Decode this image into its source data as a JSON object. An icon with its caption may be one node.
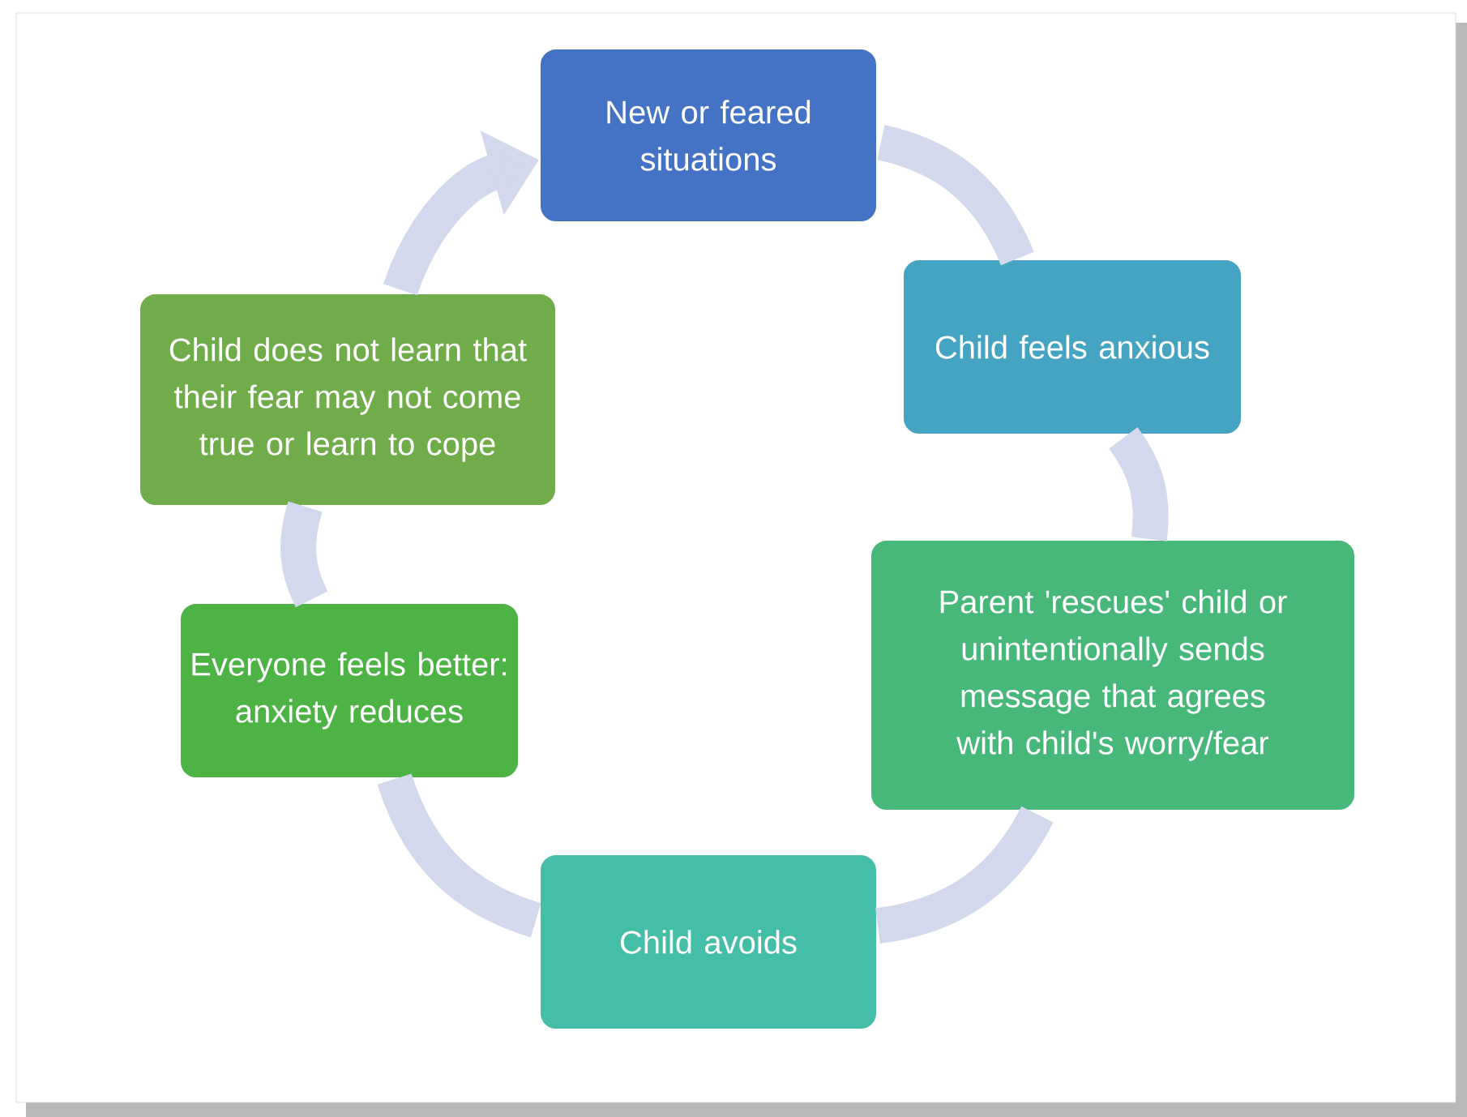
{
  "diagram": {
    "nodes": [
      {
        "text": [
          "New or feared situations"
        ]
      },
      {
        "text": [
          "Child feels anxious"
        ]
      },
      {
        "text": [
          "Parent 'rescues' child  or unintentionally sends message that agrees with child's worry/fear"
        ]
      },
      {
        "text": [
          "Child avoids"
        ]
      },
      {
        "text": [
          "Everyone feels better: anxiety reduces"
        ]
      },
      {
        "text": [
          "Child does not learn that their fear may not come true or learn to cope"
        ]
      }
    ],
    "edges": [
      {
        "from": 0,
        "to": 1,
        "arrow": "none"
      },
      {
        "from": 1,
        "to": 2,
        "arrow": "none"
      },
      {
        "from": 2,
        "to": 3,
        "arrow": "none"
      },
      {
        "from": 3,
        "to": 4,
        "arrow": "none"
      },
      {
        "from": 4,
        "to": 5,
        "arrow": "none"
      },
      {
        "from": 5,
        "to": 0,
        "arrow": "to"
      }
    ]
  }
}
